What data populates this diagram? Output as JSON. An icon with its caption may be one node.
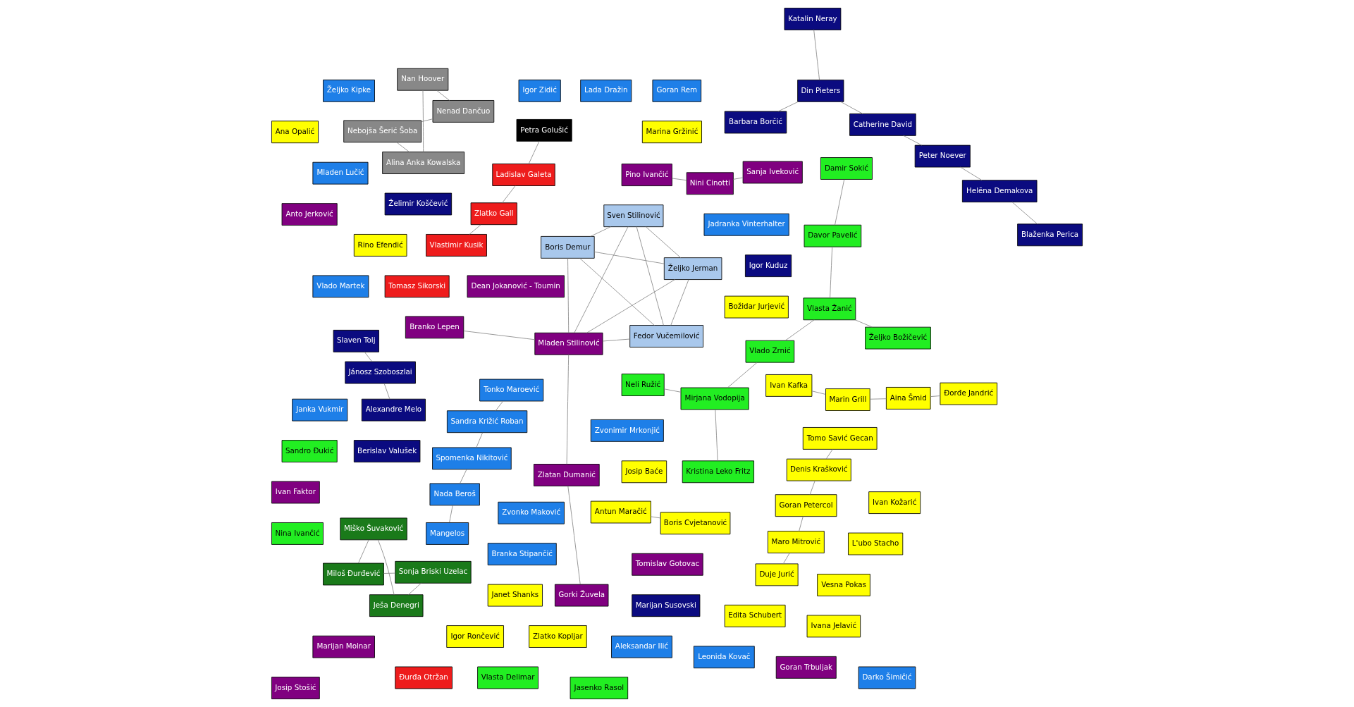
{
  "diagram": {
    "nodes": [
      {
        "text": [
          "Boris Demur"
        ]
      },
      {
        "text": [
          "Željko Jerman"
        ]
      },
      {
        "text": [
          "Aina Šmid"
        ]
      },
      {
        "text": [
          "Đorđe Jandrić"
        ]
      },
      {
        "text": [
          "Marin Grill"
        ]
      },
      {
        "text": [
          "Janet Shanks"
        ]
      },
      {
        "text": [
          "Fedor Vučemilović"
        ]
      },
      {
        "text": [
          "Ivan Kafka"
        ]
      },
      {
        "text": [
          "Rino Efendić"
        ]
      },
      {
        "text": [
          "Nada Beroš"
        ]
      },
      {
        "text": [
          "Duje Jurić"
        ]
      },
      {
        "text": [
          "Edita Schubert"
        ]
      },
      {
        "text": [
          "Spomenka Nikitović"
        ]
      },
      {
        "text": [
          "Sven Stilinović"
        ]
      },
      {
        "text": [
          "Josip Baće"
        ]
      },
      {
        "text": [
          "Mangelos"
        ]
      },
      {
        "text": [
          "Sandra Križić Roban"
        ]
      },
      {
        "text": [
          "Maro Mitrović"
        ]
      },
      {
        "text": [
          "Ivana Jelavić"
        ]
      },
      {
        "text": [
          "Tonko Maroević"
        ]
      },
      {
        "text": [
          "Vesna Pokas"
        ]
      },
      {
        "text": [
          "Ivan Kožarić"
        ]
      },
      {
        "text": [
          "Zvonimir Mrkonjić"
        ]
      },
      {
        "text": [
          "Antun Maračić"
        ]
      },
      {
        "text": [
          "Goran Petercol"
        ]
      },
      {
        "text": [
          "Igor Rončević"
        ]
      },
      {
        "text": [
          "Goran Rem"
        ]
      },
      {
        "text": [
          "Lada Dražin"
        ]
      },
      {
        "text": [
          "Mladen Stilinović"
        ]
      },
      {
        "text": [
          "Boris Cvjetanović"
        ]
      },
      {
        "text": [
          "Denis Krašković"
        ]
      },
      {
        "text": [
          "Željko Kipke"
        ]
      },
      {
        "text": [
          "Branko Lepen"
        ]
      },
      {
        "text": [
          "Zlatko Kopljar"
        ]
      },
      {
        "text": [
          "Zvonko Maković"
        ]
      },
      {
        "text": [
          "Aleksandar Ilić"
        ]
      },
      {
        "text": [
          "Zlatan Dumanić"
        ]
      },
      {
        "text": [
          "Ana Opalić"
        ]
      },
      {
        "text": [
          "Marina Gržinić"
        ]
      },
      {
        "text": [
          "Mladen Lučić"
        ]
      },
      {
        "text": [
          "Vlado Martek"
        ]
      },
      {
        "text": [
          "Marijan Molnar"
        ]
      },
      {
        "text": [
          "Tomo Savić Gecan"
        ]
      },
      {
        "text": [
          "Leonida Kovač"
        ]
      },
      {
        "text": [
          "Goran Trbuljak"
        ]
      },
      {
        "text": [
          "L'ubo Stacho"
        ]
      },
      {
        "text": [
          "Darko Šimičić"
        ]
      },
      {
        "text": [
          "Ivan Faktor"
        ]
      },
      {
        "text": [
          "Gorki Žuvela"
        ]
      },
      {
        "text": [
          "Božidar Jurjević"
        ]
      },
      {
        "text": [
          "Igor Zidić"
        ]
      },
      {
        "text": [
          "Mirjana Vodopija"
        ]
      },
      {
        "text": [
          "Jadranka Vinterhalter"
        ]
      },
      {
        "text": [
          "Dean Jokanović - Toumin"
        ]
      },
      {
        "text": [
          "Janka Vukmir"
        ]
      },
      {
        "text": [
          "Kristina Leko Fritz"
        ]
      },
      {
        "text": [
          "Anto Jerković"
        ]
      },
      {
        "text": [
          "Branka Stipančić"
        ]
      },
      {
        "text": [
          "Tomislav Gotovac"
        ]
      },
      {
        "text": [
          "Neli Ružić"
        ]
      },
      {
        "text": [
          "Pino Ivančić"
        ]
      },
      {
        "text": [
          "Đurđa Otržan"
        ]
      },
      {
        "text": [
          "Nina Ivančić"
        ]
      },
      {
        "text": [
          "Slaven Tolj"
        ]
      },
      {
        "text": [
          "Josip Stošić"
        ]
      },
      {
        "text": [
          "Sanja Iveković"
        ]
      },
      {
        "text": [
          "Igor Kuduz"
        ]
      },
      {
        "text": [
          "Vlado Zrnić"
        ]
      },
      {
        "text": [
          "Nini Cinotti"
        ]
      },
      {
        "text": [
          "Vlasta Delimar"
        ]
      },
      {
        "text": [
          "Jánosz Szoboszlai"
        ]
      },
      {
        "text": [
          "Damir Sokić"
        ]
      },
      {
        "text": [
          "Miloš Đurđević"
        ]
      },
      {
        "text": [
          "Želimir Koščević"
        ]
      },
      {
        "text": [
          "Jasenko Rasol"
        ]
      },
      {
        "text": [
          "Alexandre Melo"
        ]
      },
      {
        "text": [
          "Tomasz Sikorski"
        ]
      },
      {
        "text": [
          "Blaženka Perica"
        ]
      },
      {
        "text": [
          "Sonja Briski Uzelac"
        ]
      },
      {
        "text": [
          "Davor Pavelić"
        ]
      },
      {
        "text": [
          "Marijan Susovski"
        ]
      },
      {
        "text": [
          "Sandro Đukić"
        ]
      },
      {
        "text": [
          "Helēna Demakova"
        ]
      },
      {
        "text": [
          "Ješa Denegri"
        ]
      },
      {
        "text": [
          "Berislav Valušek"
        ]
      },
      {
        "text": [
          "Vlasta Žanić"
        ]
      },
      {
        "text": [
          "Miško Šuvaković"
        ]
      },
      {
        "text": [
          "Nebojša Šerić Šoba"
        ]
      },
      {
        "text": [
          "Željko Božičević"
        ]
      },
      {
        "text": [
          "Vlastimir Kusik"
        ]
      },
      {
        "text": [
          "Peter Noever"
        ]
      },
      {
        "text": [
          "Ladislav Galeta"
        ]
      },
      {
        "text": [
          "Nenad Dančuo"
        ]
      },
      {
        "text": [
          "Catherine David"
        ]
      },
      {
        "text": [
          "Zlatko Gall"
        ]
      },
      {
        "text": [
          "Alina Anka Kowalska"
        ]
      },
      {
        "text": [
          "Din Pieters"
        ]
      },
      {
        "text": [
          "Petra Golušić"
        ]
      },
      {
        "text": [
          "Nan Hoover"
        ]
      },
      {
        "text": [
          "Katalin Neray"
        ]
      },
      {
        "text": [
          "Barbara Borčić"
        ]
      }
    ],
    "edges": [
      {
        "from": 0,
        "to": 1,
        "arrow": "none"
      },
      {
        "from": 0,
        "to": 6,
        "arrow": "none"
      },
      {
        "from": 0,
        "to": 13,
        "arrow": "none"
      },
      {
        "from": 1,
        "to": 6,
        "arrow": "none"
      },
      {
        "from": 1,
        "to": 13,
        "arrow": "none"
      },
      {
        "from": 6,
        "to": 13,
        "arrow": "none"
      },
      {
        "from": 0,
        "to": 28,
        "arrow": "none"
      },
      {
        "from": 1,
        "to": 28,
        "arrow": "none"
      },
      {
        "from": 6,
        "to": 28,
        "arrow": "none"
      },
      {
        "from": 13,
        "to": 28,
        "arrow": "none"
      },
      {
        "from": 87,
        "to": 95,
        "arrow": "none"
      },
      {
        "from": 87,
        "to": 92,
        "arrow": "none"
      },
      {
        "from": 92,
        "to": 98,
        "arrow": "none"
      },
      {
        "from": 95,
        "to": 98,
        "arrow": "none"
      },
      {
        "from": 89,
        "to": 94,
        "arrow": "none"
      },
      {
        "from": 91,
        "to": 94,
        "arrow": "none"
      },
      {
        "from": 91,
        "to": 97,
        "arrow": "none"
      },
      {
        "from": 28,
        "to": 36,
        "arrow": "none"
      },
      {
        "from": 28,
        "to": 32,
        "arrow": "none"
      },
      {
        "from": 36,
        "to": 48,
        "arrow": "none"
      },
      {
        "from": 60,
        "to": 68,
        "arrow": "none"
      },
      {
        "from": 65,
        "to": 68,
        "arrow": "none"
      },
      {
        "from": 51,
        "to": 55,
        "arrow": "none"
      },
      {
        "from": 51,
        "to": 59,
        "arrow": "none"
      },
      {
        "from": 51,
        "to": 67,
        "arrow": "none"
      },
      {
        "from": 67,
        "to": 85,
        "arrow": "none"
      },
      {
        "from": 79,
        "to": 85,
        "arrow": "none"
      },
      {
        "from": 71,
        "to": 79,
        "arrow": "none"
      },
      {
        "from": 85,
        "to": 88,
        "arrow": "none"
      },
      {
        "from": 63,
        "to": 70,
        "arrow": "none"
      },
      {
        "from": 70,
        "to": 75,
        "arrow": "none"
      },
      {
        "from": 77,
        "to": 82,
        "arrow": "none"
      },
      {
        "from": 82,
        "to": 90,
        "arrow": "none"
      },
      {
        "from": 90,
        "to": 93,
        "arrow": "none"
      },
      {
        "from": 93,
        "to": 96,
        "arrow": "none"
      },
      {
        "from": 96,
        "to": 100,
        "arrow": "none"
      },
      {
        "from": 99,
        "to": 96,
        "arrow": "none"
      },
      {
        "from": 9,
        "to": 12,
        "arrow": "none"
      },
      {
        "from": 9,
        "to": 15,
        "arrow": "none"
      },
      {
        "from": 12,
        "to": 16,
        "arrow": "none"
      },
      {
        "from": 16,
        "to": 19,
        "arrow": "none"
      },
      {
        "from": 23,
        "to": 29,
        "arrow": "none"
      },
      {
        "from": 42,
        "to": 30,
        "arrow": "none"
      },
      {
        "from": 2,
        "to": 4,
        "arrow": "none"
      },
      {
        "from": 4,
        "to": 7,
        "arrow": "none"
      },
      {
        "from": 2,
        "to": 3,
        "arrow": "none"
      },
      {
        "from": 17,
        "to": 10,
        "arrow": "none"
      },
      {
        "from": 17,
        "to": 24,
        "arrow": "none"
      },
      {
        "from": 24,
        "to": 30,
        "arrow": "none"
      },
      {
        "from": 72,
        "to": 78,
        "arrow": "none"
      },
      {
        "from": 78,
        "to": 83,
        "arrow": "none"
      },
      {
        "from": 83,
        "to": 86,
        "arrow": "none"
      },
      {
        "from": 72,
        "to": 86,
        "arrow": "none"
      }
    ]
  }
}
